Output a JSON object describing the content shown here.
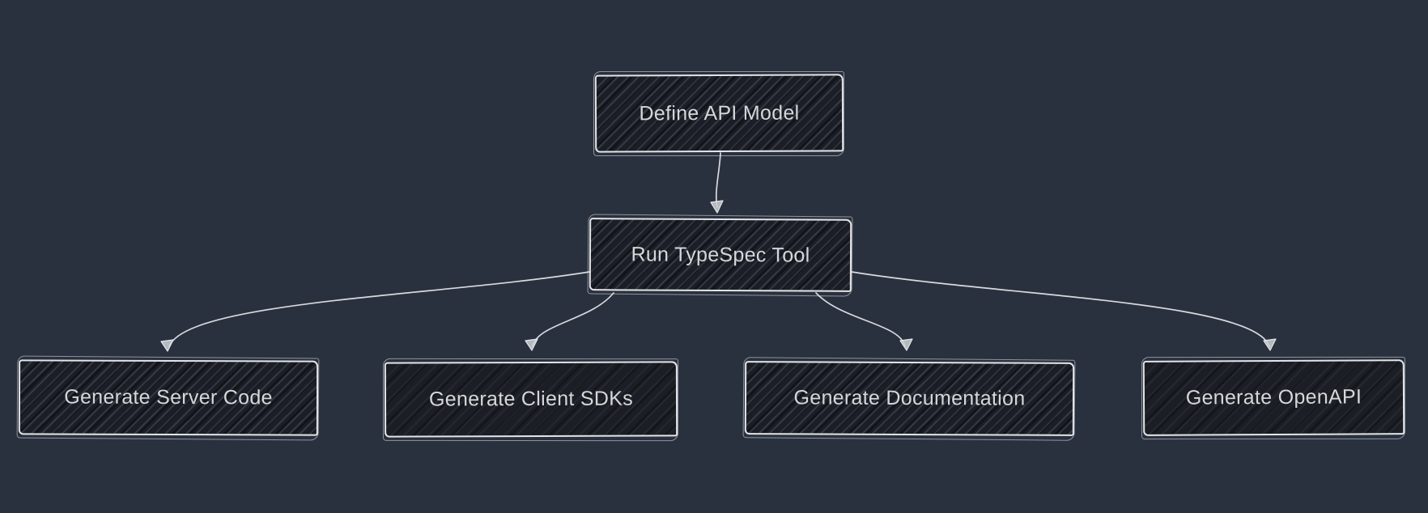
{
  "diagram": {
    "type": "flowchart",
    "style": "hand-drawn-sketch",
    "colors": {
      "background": "#2a313e",
      "node_fill": "#1b1e25",
      "node_hatch": "#7a88ac",
      "node_border": "#e4e5e9",
      "edge_stroke": "#d8dade",
      "text": "#d6d7d9"
    },
    "nodes": [
      {
        "id": "define-api-model",
        "label": "Define API Model"
      },
      {
        "id": "run-typespec-tool",
        "label": "Run TypeSpec Tool"
      },
      {
        "id": "generate-server-code",
        "label": "Generate Server Code"
      },
      {
        "id": "generate-client-sdks",
        "label": "Generate Client SDKs"
      },
      {
        "id": "generate-documentation",
        "label": "Generate Documentation"
      },
      {
        "id": "generate-openapi",
        "label": "Generate OpenAPI"
      }
    ],
    "edges": [
      {
        "from": "define-api-model",
        "to": "run-typespec-tool"
      },
      {
        "from": "run-typespec-tool",
        "to": "generate-server-code"
      },
      {
        "from": "run-typespec-tool",
        "to": "generate-client-sdks"
      },
      {
        "from": "run-typespec-tool",
        "to": "generate-documentation"
      },
      {
        "from": "run-typespec-tool",
        "to": "generate-openapi"
      }
    ]
  }
}
